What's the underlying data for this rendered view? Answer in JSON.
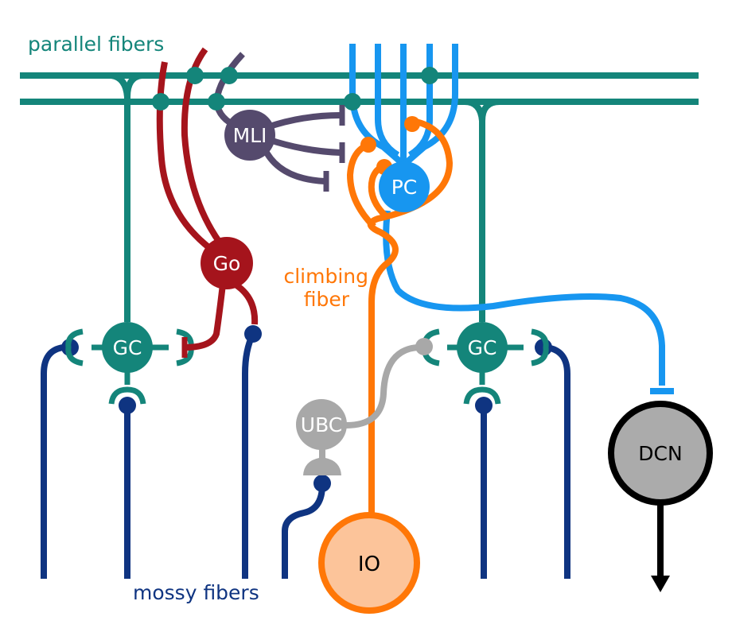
{
  "labels": {
    "parallel_fibers": "parallel fibers",
    "climbing_fiber_line1": "climbing",
    "climbing_fiber_line2": "fiber",
    "mossy_fibers": "mossy fibers"
  },
  "cells": {
    "mli": "MLI",
    "pc": "PC",
    "go": "Go",
    "gc_left": "GC",
    "gc_right": "GC",
    "ubc": "UBC",
    "io": "IO",
    "dcn": "DCN"
  },
  "colors": {
    "teal": "#14857a",
    "red": "#a5141c",
    "purple": "#554a6d",
    "blue": "#1796f0",
    "orange": "#ff7707",
    "navy": "#0f3481",
    "gray": "#a8a8a8",
    "io_fill": "#fcc49a",
    "dcn_fill": "#ababab",
    "black": "#000000",
    "white": "#ffffff"
  }
}
